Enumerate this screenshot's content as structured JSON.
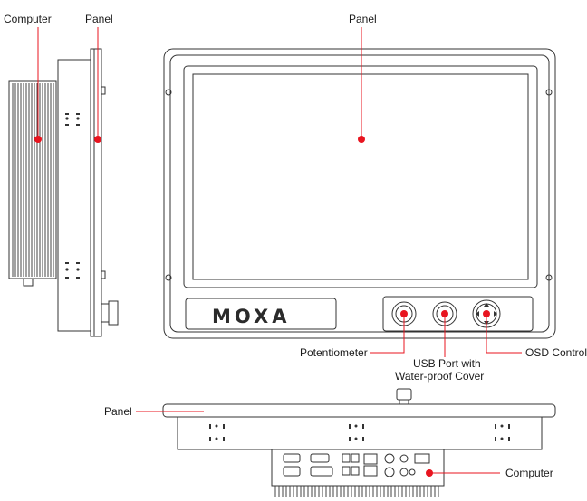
{
  "labels": {
    "computer_side": "Computer",
    "panel_side": "Panel",
    "panel_front": "Panel",
    "potentiometer": "Potentiometer",
    "usb_line1": "USB Port with",
    "usb_line2": "Water-proof Cover",
    "osd": "OSD Control",
    "panel_bottom": "Panel",
    "computer_bottom": "Computer"
  },
  "logo_text": "MOXA",
  "colors": {
    "marker": "#e8141f",
    "outline": "#333333",
    "fill": "#ffffff"
  }
}
